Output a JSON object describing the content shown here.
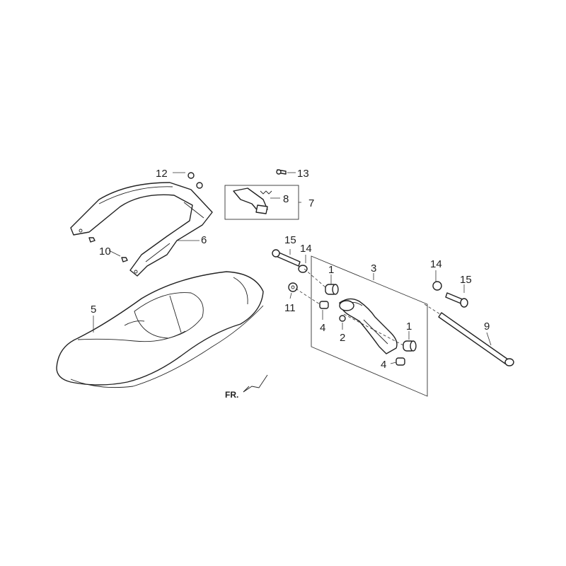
{
  "labels": {
    "p1a": "1",
    "p1b": "1",
    "p2": "2",
    "p3": "3",
    "p4a": "4",
    "p4b": "4",
    "p5": "5",
    "p6": "6",
    "p7": "7",
    "p8": "8",
    "p9": "9",
    "p10": "10",
    "p11": "11",
    "p12": "12",
    "p13": "13",
    "p14a": "14",
    "p14b": "14",
    "p15a": "15",
    "p15b": "15"
  },
  "direction_label": "FR."
}
